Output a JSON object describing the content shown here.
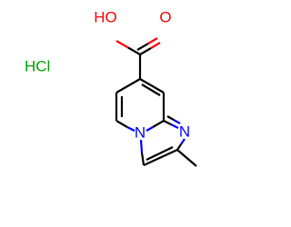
{
  "structure": {
    "salt_label": "HCl",
    "hydroxyl_label": "HO",
    "carbonyl_oxygen_label": "O",
    "bridgehead_nitrogen_label": "N",
    "imidazole_nitrogen_label": "N"
  },
  "colors": {
    "bond": "#000000",
    "oxygen": "#ff0000",
    "nitrogen": "#0000ff",
    "chlorine": "#00a000",
    "background": "#ffffff"
  }
}
